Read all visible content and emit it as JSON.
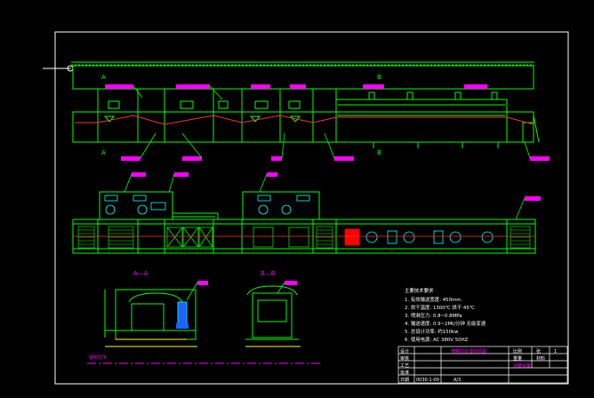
{
  "colors": {
    "background": "#000000",
    "frame": "#ffffff",
    "geometry": "#00ff00",
    "centerline": "#ff3030",
    "callout": "#ff00ff",
    "equipment": "#00ffff",
    "dimension": "#ffff00",
    "blue_part": "#2060ff"
  },
  "section_marks": {
    "a_top": "A",
    "a_bottom": "A",
    "b_top": "B",
    "b_bottom": "B"
  },
  "section_titles": {
    "a": "A—A",
    "b": "B—B"
  },
  "tech_req": {
    "title": "主要技术要求",
    "lines": [
      "1. 有效输送宽度: 450mm.",
      "2. 烘干温度: 1300℃ 烘干 45℃",
      "3. 喷淋压力: 0.8~0.8MPa",
      "4. 输送速度: 0.9~2Mt/分钟 无级变速",
      "5. 总设计功率: 约150kw",
      "6. 使用电源: AC 380V 50HZ"
    ]
  },
  "title_block": {
    "drawing_title": "喷雾前处理线总图",
    "sheet_label": "张",
    "sheet_value": "1",
    "scale_label": "比例",
    "weight_label": "重量",
    "material_label": "材料",
    "design_label": "设计",
    "check_label": "审核",
    "process_label": "工艺",
    "approve_label": "批准",
    "date_label": "日期",
    "company": "涂装设备",
    "drawing_no": "0030-1-00",
    "ratio": "A/3"
  },
  "notes_label": "说明文字"
}
